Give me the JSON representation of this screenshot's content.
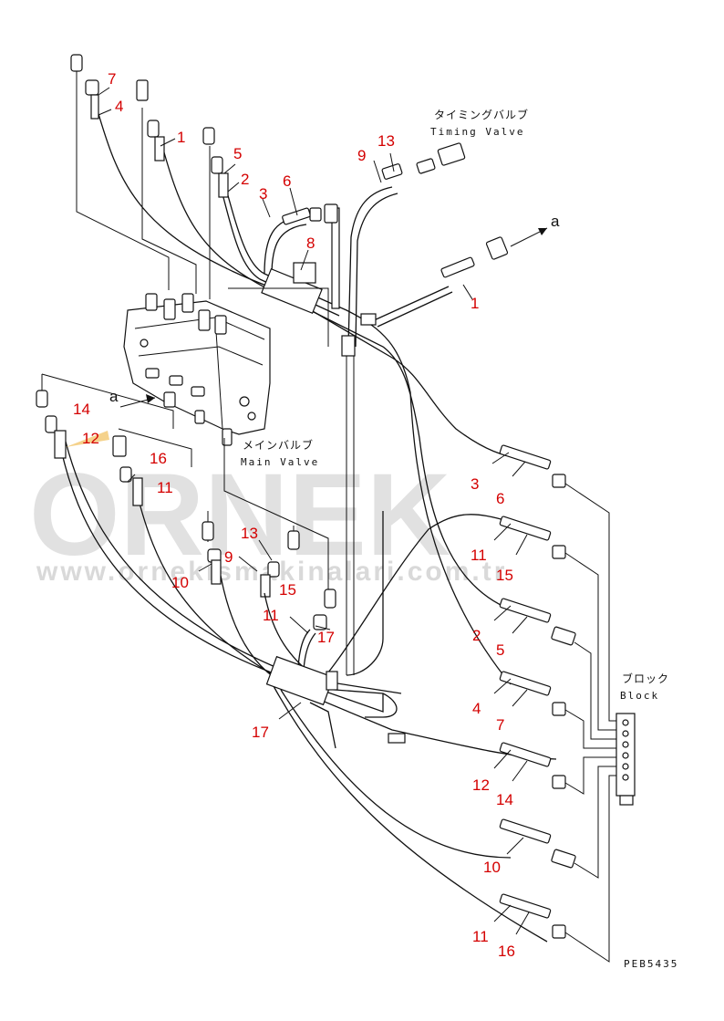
{
  "labels": {
    "timing_valve_jp": "タイミングバルブ",
    "timing_valve_en": "Timing Valve",
    "main_valve_jp": "メインバルブ",
    "main_valve_en": "Main Valve",
    "block_jp": "ブロック",
    "block_en": "Block",
    "ref_a_top": "a",
    "ref_a_left": "a",
    "drawing_code": "PEB5435"
  },
  "watermark": {
    "brand": "ORNEK",
    "url": "www.ornekismakinalari.com.tr"
  },
  "callouts": {
    "c7": "7",
    "c4a": "4",
    "c1a": "1",
    "c5a": "5",
    "c2a": "2",
    "c3a": "3",
    "c6a": "6",
    "c8": "8",
    "c9a": "9",
    "c13a": "13",
    "c1b": "1",
    "c14a": "14",
    "c12a": "12",
    "c16a": "16",
    "c11a": "11",
    "c3b": "3",
    "c6b": "6",
    "c11b": "11",
    "c15a": "15",
    "c13b": "13",
    "c9b": "9",
    "c10a": "10",
    "c15b": "15",
    "c11c": "11",
    "c17a": "17",
    "c2b": "2",
    "c5b": "5",
    "c4b": "4",
    "c7b": "7",
    "c17b": "17",
    "c12b": "12",
    "c14b": "14",
    "c10b": "10",
    "c11d": "11",
    "c16b": "16"
  },
  "colors": {
    "callout": "#d40000",
    "line": "#111111",
    "watermark": "#c9c9c9"
  }
}
